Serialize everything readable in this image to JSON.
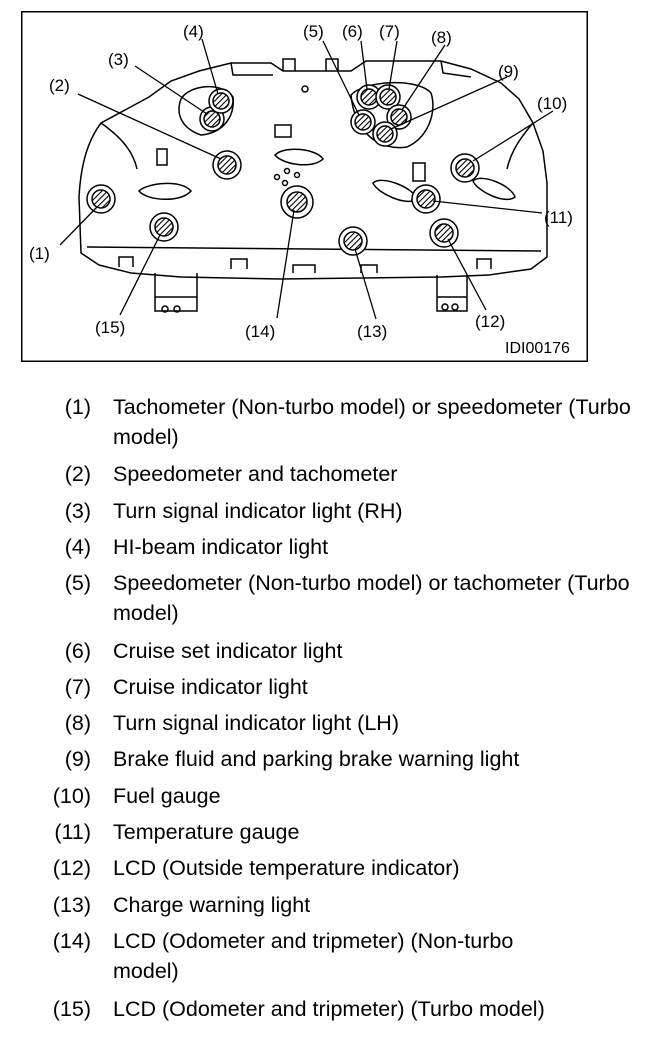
{
  "figure": {
    "ref": "IDI00176",
    "callouts": [
      "(1)",
      "(2)",
      "(3)",
      "(4)",
      "(5)",
      "(6)",
      "(7)",
      "(8)",
      "(9)",
      "(10)",
      "(11)",
      "(12)",
      "(13)",
      "(14)",
      "(15)"
    ]
  },
  "legend": [
    {
      "num": "(1)",
      "text": "Tachometer (Non-turbo model) or speedometer (Turbo model)"
    },
    {
      "num": "(2)",
      "text": "Speedometer and tachometer"
    },
    {
      "num": "(3)",
      "text": "Turn signal indicator light (RH)"
    },
    {
      "num": "(4)",
      "text": "HI-beam indicator light"
    },
    {
      "num": "(5)",
      "text": "Speedometer (Non-turbo model) or tachometer (Turbo model)"
    },
    {
      "num": "(6)",
      "text": "Cruise set indicator light"
    },
    {
      "num": "(7)",
      "text": "Cruise indicator light"
    },
    {
      "num": "(8)",
      "text": "Turn signal indicator light (LH)"
    },
    {
      "num": "(9)",
      "text": "Brake fluid and parking brake warning light"
    },
    {
      "num": "(10)",
      "text": "Fuel gauge"
    },
    {
      "num": "(11)",
      "text": "Temperature gauge"
    },
    {
      "num": "(12)",
      "text": "LCD (Outside temperature indicator)"
    },
    {
      "num": "(13)",
      "text": "Charge warning light"
    },
    {
      "num": "(14)",
      "text": "LCD (Odometer and tripmeter) (Non-turbo model)"
    },
    {
      "num": "(15)",
      "text": "LCD (Odometer and tripmeter) (Turbo model)"
    }
  ]
}
